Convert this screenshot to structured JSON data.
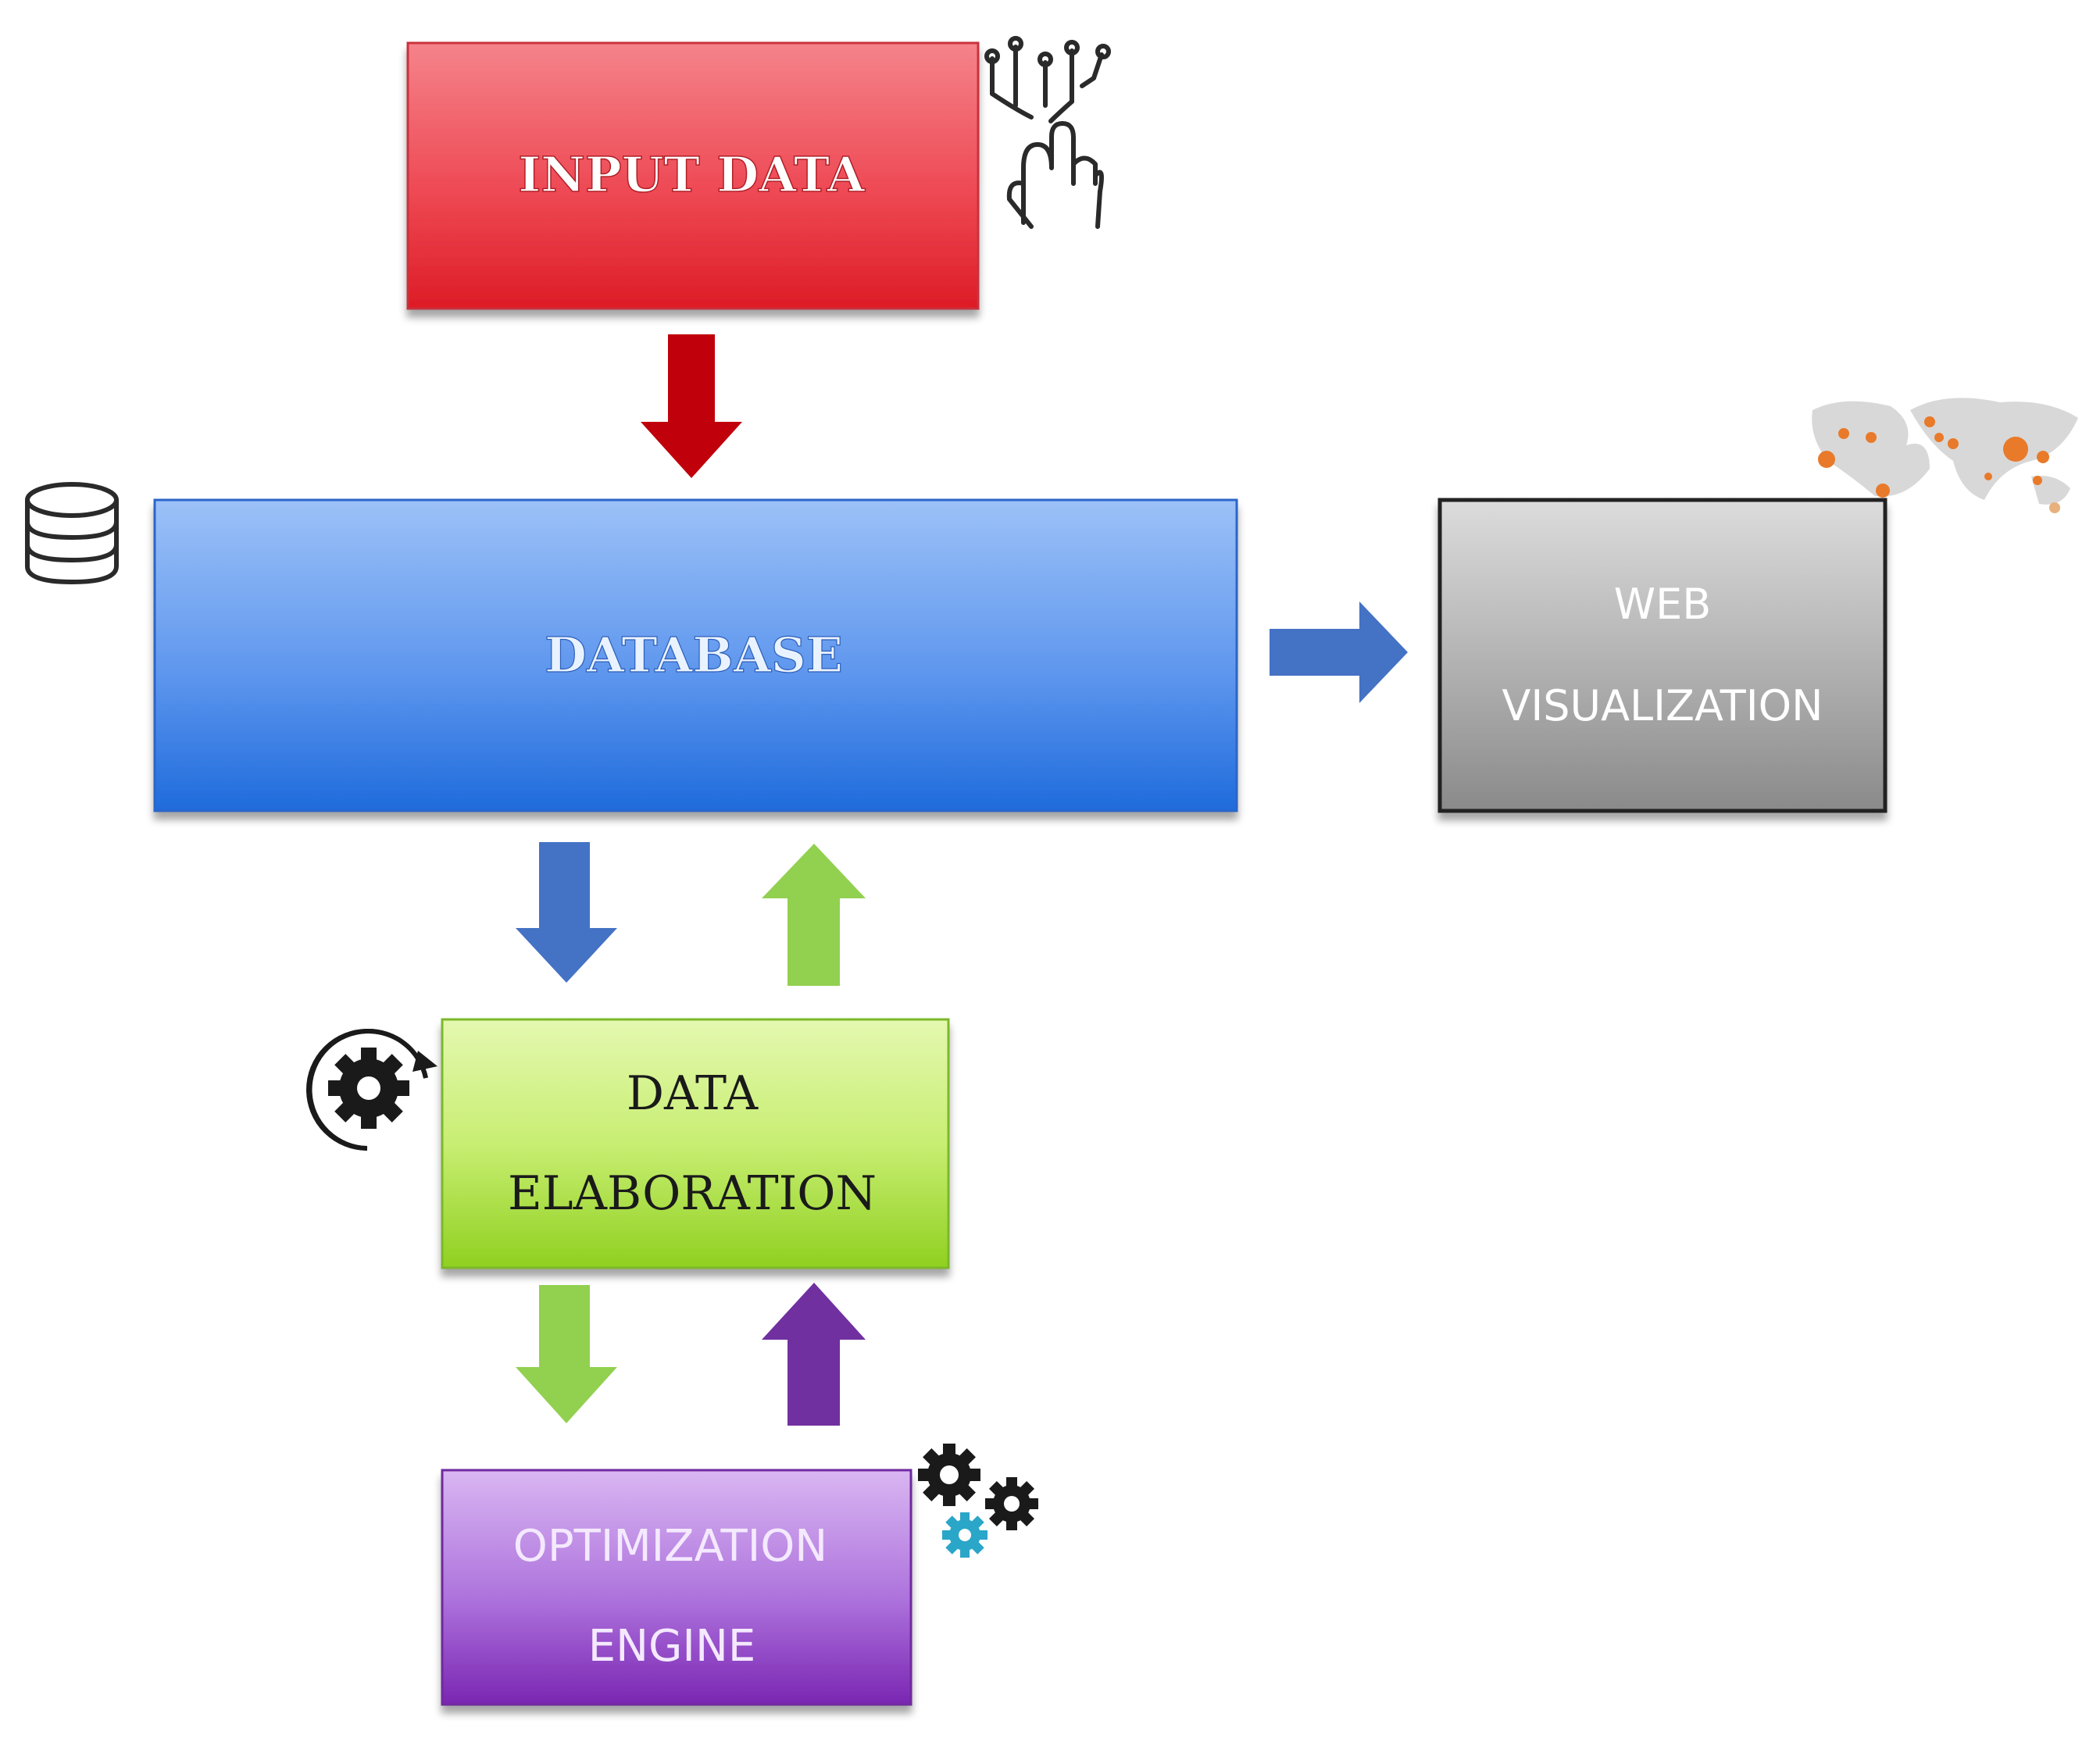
{
  "nodes": {
    "input_data": {
      "label": "INPUT DATA",
      "color": "#e8303c"
    },
    "database": {
      "label": "DATABASE",
      "color": "#3f83e6"
    },
    "web_visualization": {
      "line1": "WEB",
      "line2": "VISUALIZATION",
      "color": "#8c8c8c"
    },
    "data_elaboration": {
      "line1": "DATA",
      "line2": "ELABORATION",
      "color": "#a6dd3a"
    },
    "optimization_engine": {
      "line1": "OPTIMIZATION",
      "line2": "ENGINE",
      "color": "#8e3fbb"
    }
  },
  "icons": {
    "input": "touch-hand-circuit-icon",
    "database": "database-stack-icon",
    "web": "world-map-dots-icon",
    "elaboration": "rotating-gear-icon",
    "optimization": "gears-cluster-icon"
  },
  "arrows": {
    "input_to_database": "#c0000b",
    "database_to_web": "#4472c4",
    "database_to_elaboration": "#4472c4",
    "elaboration_to_database": "#92d050",
    "elaboration_to_optimization": "#92d050",
    "optimization_to_elaboration": "#7030a0"
  }
}
